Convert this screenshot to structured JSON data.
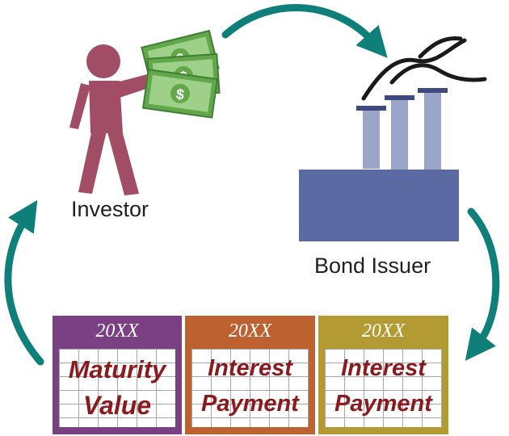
{
  "investor": {
    "label": "Investor"
  },
  "issuer": {
    "label": "Bond Issuer"
  },
  "calendars": [
    {
      "year": "20XX",
      "line1": "Maturity",
      "line2": "Value"
    },
    {
      "year": "20XX",
      "line1": "Interest",
      "line2": "Payment"
    },
    {
      "year": "20XX",
      "line1": "Interest",
      "line2": "Payment"
    }
  ],
  "colors": {
    "arrow": "#0f7f7a",
    "person": "#a14d65",
    "money": "#62a84a",
    "factory_base": "#5b6aa3",
    "chimney": "#9aa5c9",
    "cal_maturity": "#7b3f84",
    "cal_interest_1": "#bd6130",
    "cal_interest_2": "#b39a32",
    "cal_text": "#8b1a1f"
  },
  "icons": [
    "investor-person-icon",
    "money-bills-icon",
    "factory-icon",
    "smoke-icon"
  ]
}
